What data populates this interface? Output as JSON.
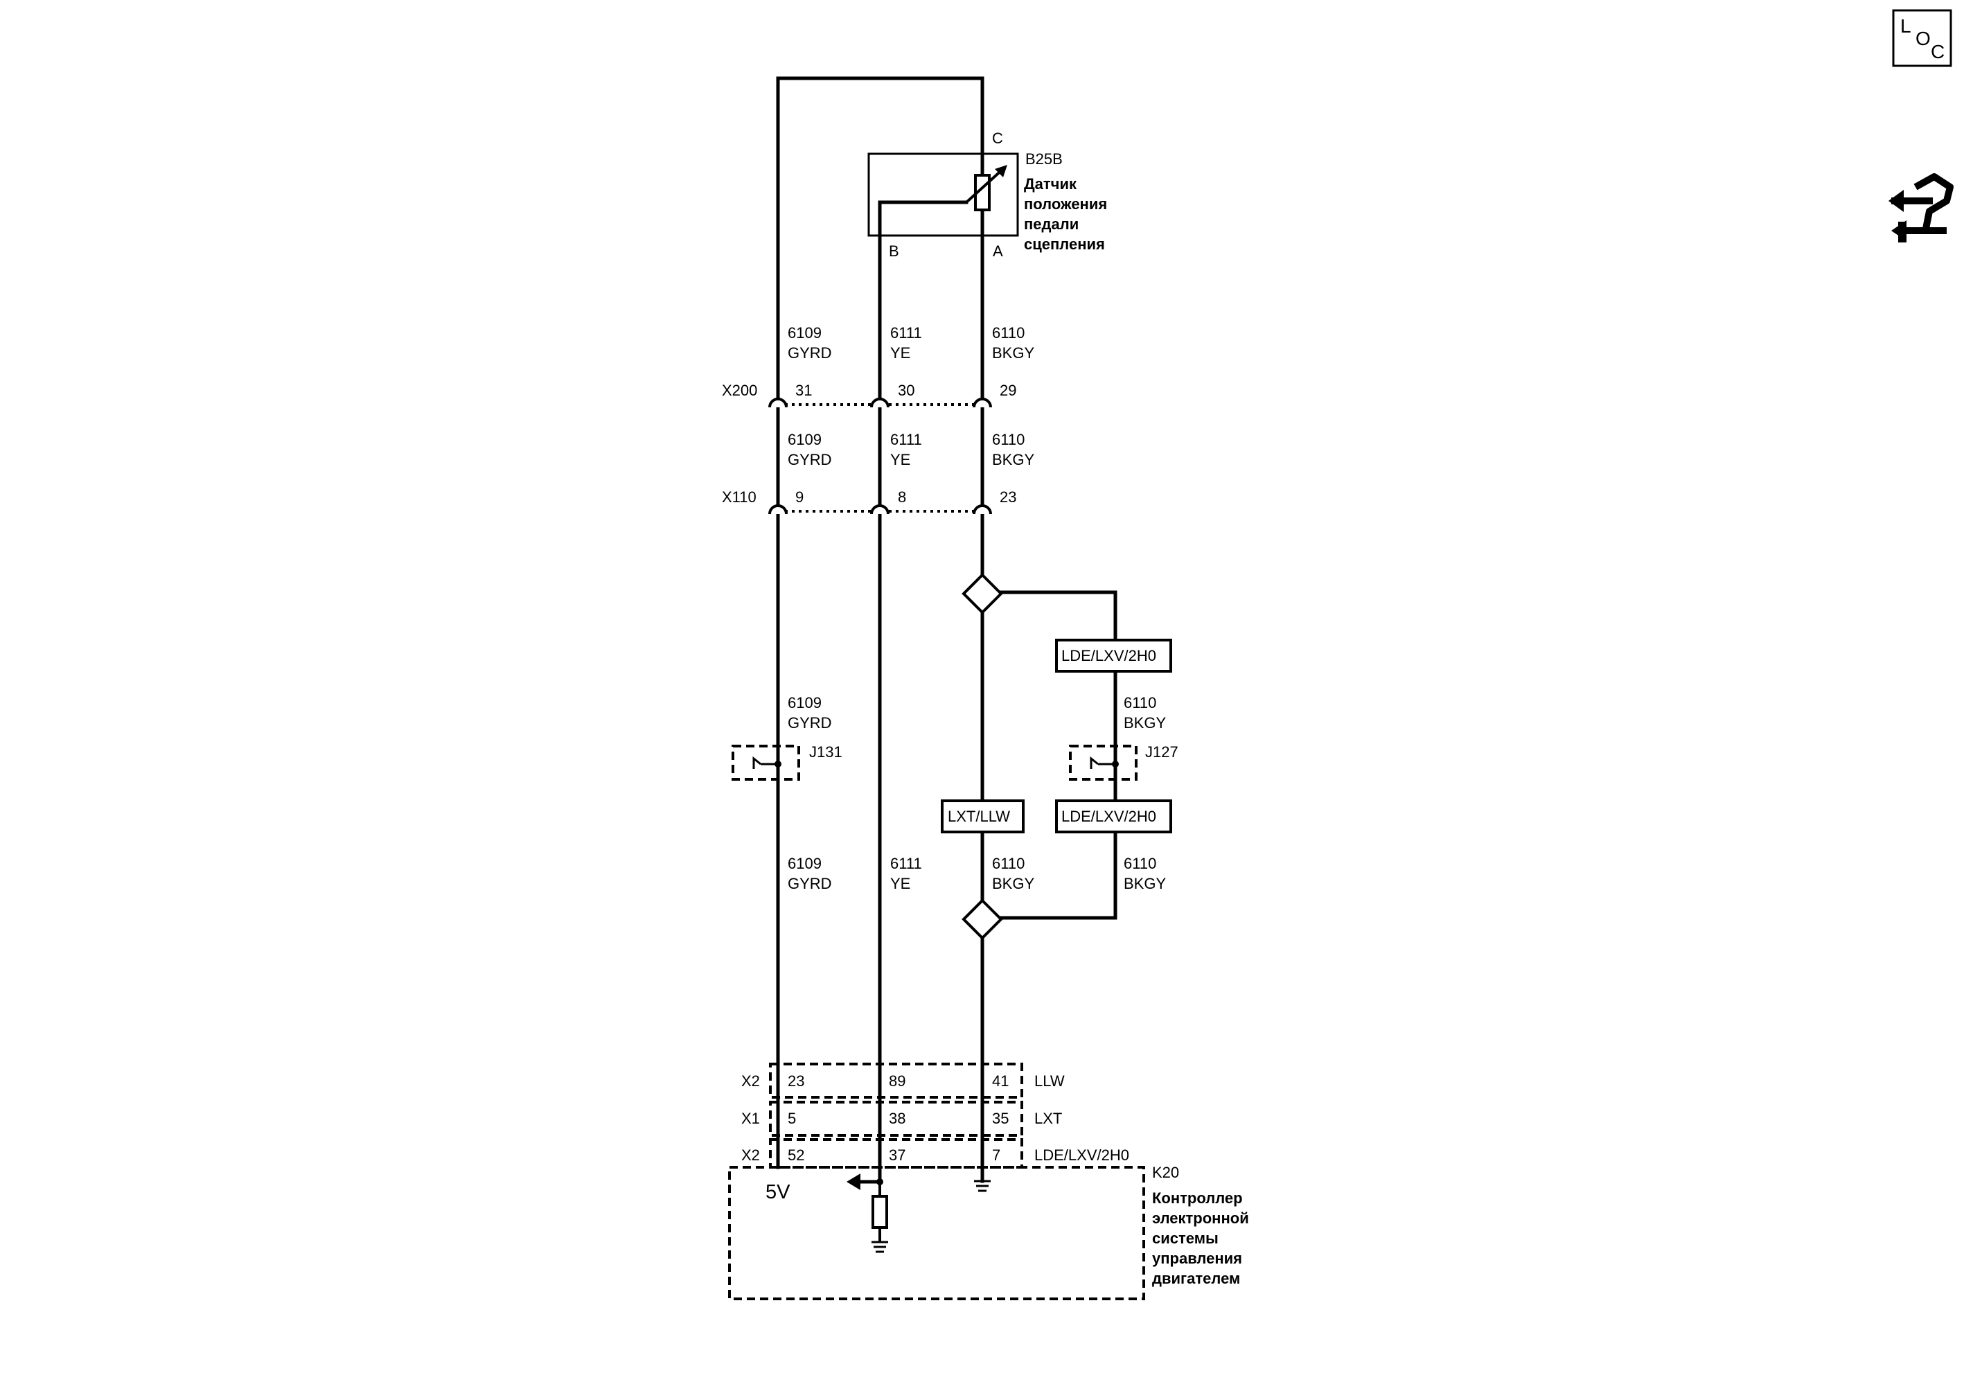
{
  "loc_icon": {
    "l": "L",
    "o": "O",
    "c": "C"
  },
  "navigation_icon": "connector-arrows-icon",
  "sensor": {
    "id": "B25B",
    "name_lines": [
      "Датчик",
      "положения",
      "педали",
      "сцепления"
    ],
    "pins": {
      "c": "C",
      "b": "B",
      "a": "A"
    }
  },
  "wires": {
    "w6109": {
      "circuit": "6109",
      "color": "GYRD"
    },
    "w6111": {
      "circuit": "6111",
      "color": "YE"
    },
    "w6110": {
      "circuit": "6110",
      "color": "BKGY"
    }
  },
  "connectors": {
    "x200": {
      "label": "X200",
      "pins": [
        "31",
        "30",
        "29"
      ]
    },
    "x110": {
      "label": "X110",
      "pins": [
        "9",
        "8",
        "23"
      ]
    }
  },
  "option_boxes": {
    "lde_top": "LDE/LXV/2H0",
    "lde_mid": "LDE/LXV/2H0",
    "lxt_llw": "LXT/LLW"
  },
  "splices": {
    "j131": "J131",
    "j127": "J127"
  },
  "module_connectors": [
    {
      "label": "X2",
      "pins": [
        "23",
        "89",
        "41"
      ],
      "variant": "LLW"
    },
    {
      "label": "X1",
      "pins": [
        "5",
        "38",
        "35"
      ],
      "variant": "LXT"
    },
    {
      "label": "X2",
      "pins": [
        "52",
        "37",
        "7"
      ],
      "variant": "LDE/LXV/2H0"
    }
  ],
  "module": {
    "id": "K20",
    "name_lines": [
      "Контроллер",
      "электронной",
      "системы",
      "управления",
      "двигателем"
    ],
    "voltage": "5V"
  }
}
